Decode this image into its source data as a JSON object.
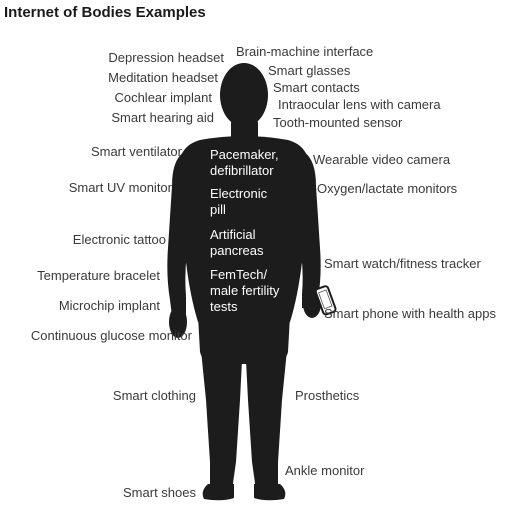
{
  "title": "Internet of Bodies Examples",
  "colors": {
    "body": "#1c1c1c",
    "label_text": "#3a3a3a",
    "inner_text": "#ffffff"
  },
  "icons": {
    "figure": "human-body-silhouette",
    "phone": "smartphone-icon"
  },
  "left_labels": [
    "Depression headset",
    "Meditation headset",
    "Cochlear implant",
    "Smart hearing aid",
    "Smart ventilator",
    "Smart UV monitor",
    "Electronic tattoo",
    "Temperature bracelet",
    "Microchip implant",
    "Continuous glucose monitor",
    "Smart clothing",
    "Smart shoes"
  ],
  "right_labels": [
    "Brain-machine interface",
    "Smart glasses",
    "Smart contacts",
    "Intraocular lens with camera",
    "Tooth-mounted sensor",
    "Wearable video camera",
    "Oxygen/lactate monitors",
    "Smart watch/fitness tracker",
    "Smart phone with health apps",
    "Prosthetics",
    "Ankle monitor"
  ],
  "inner_labels": [
    [
      "Pacemaker,",
      "defibrillator"
    ],
    [
      "Electronic",
      "pill"
    ],
    [
      "Artificial",
      "pancreas"
    ],
    [
      "FemTech/",
      "male fertility",
      "tests"
    ]
  ]
}
